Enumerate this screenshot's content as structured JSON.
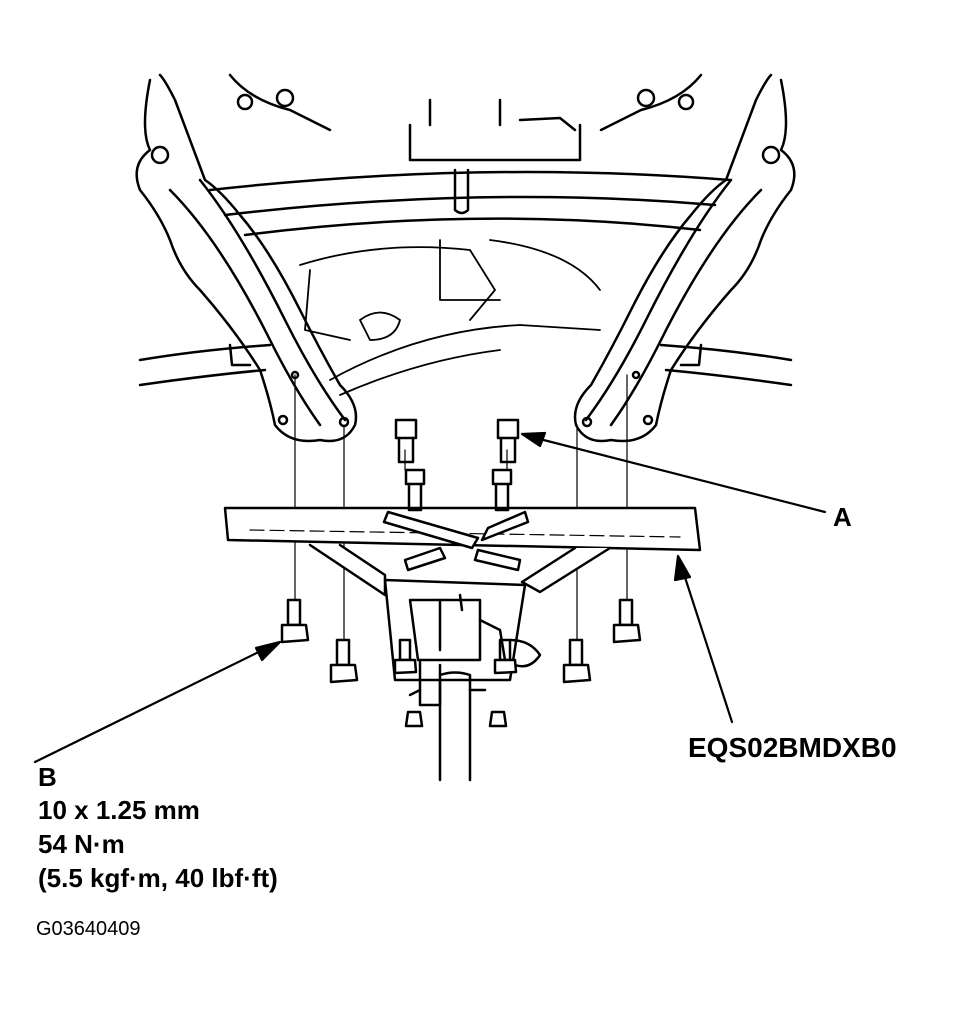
{
  "labels": {
    "a": "A",
    "b": "B",
    "part_code": "EQS02BMDXB0",
    "figure_code": "G03640409"
  },
  "spec": {
    "size": "10 x 1.25 mm",
    "torque": "54 N·m",
    "units": "(5.5 kgf·m, 40 lbf·ft)"
  }
}
